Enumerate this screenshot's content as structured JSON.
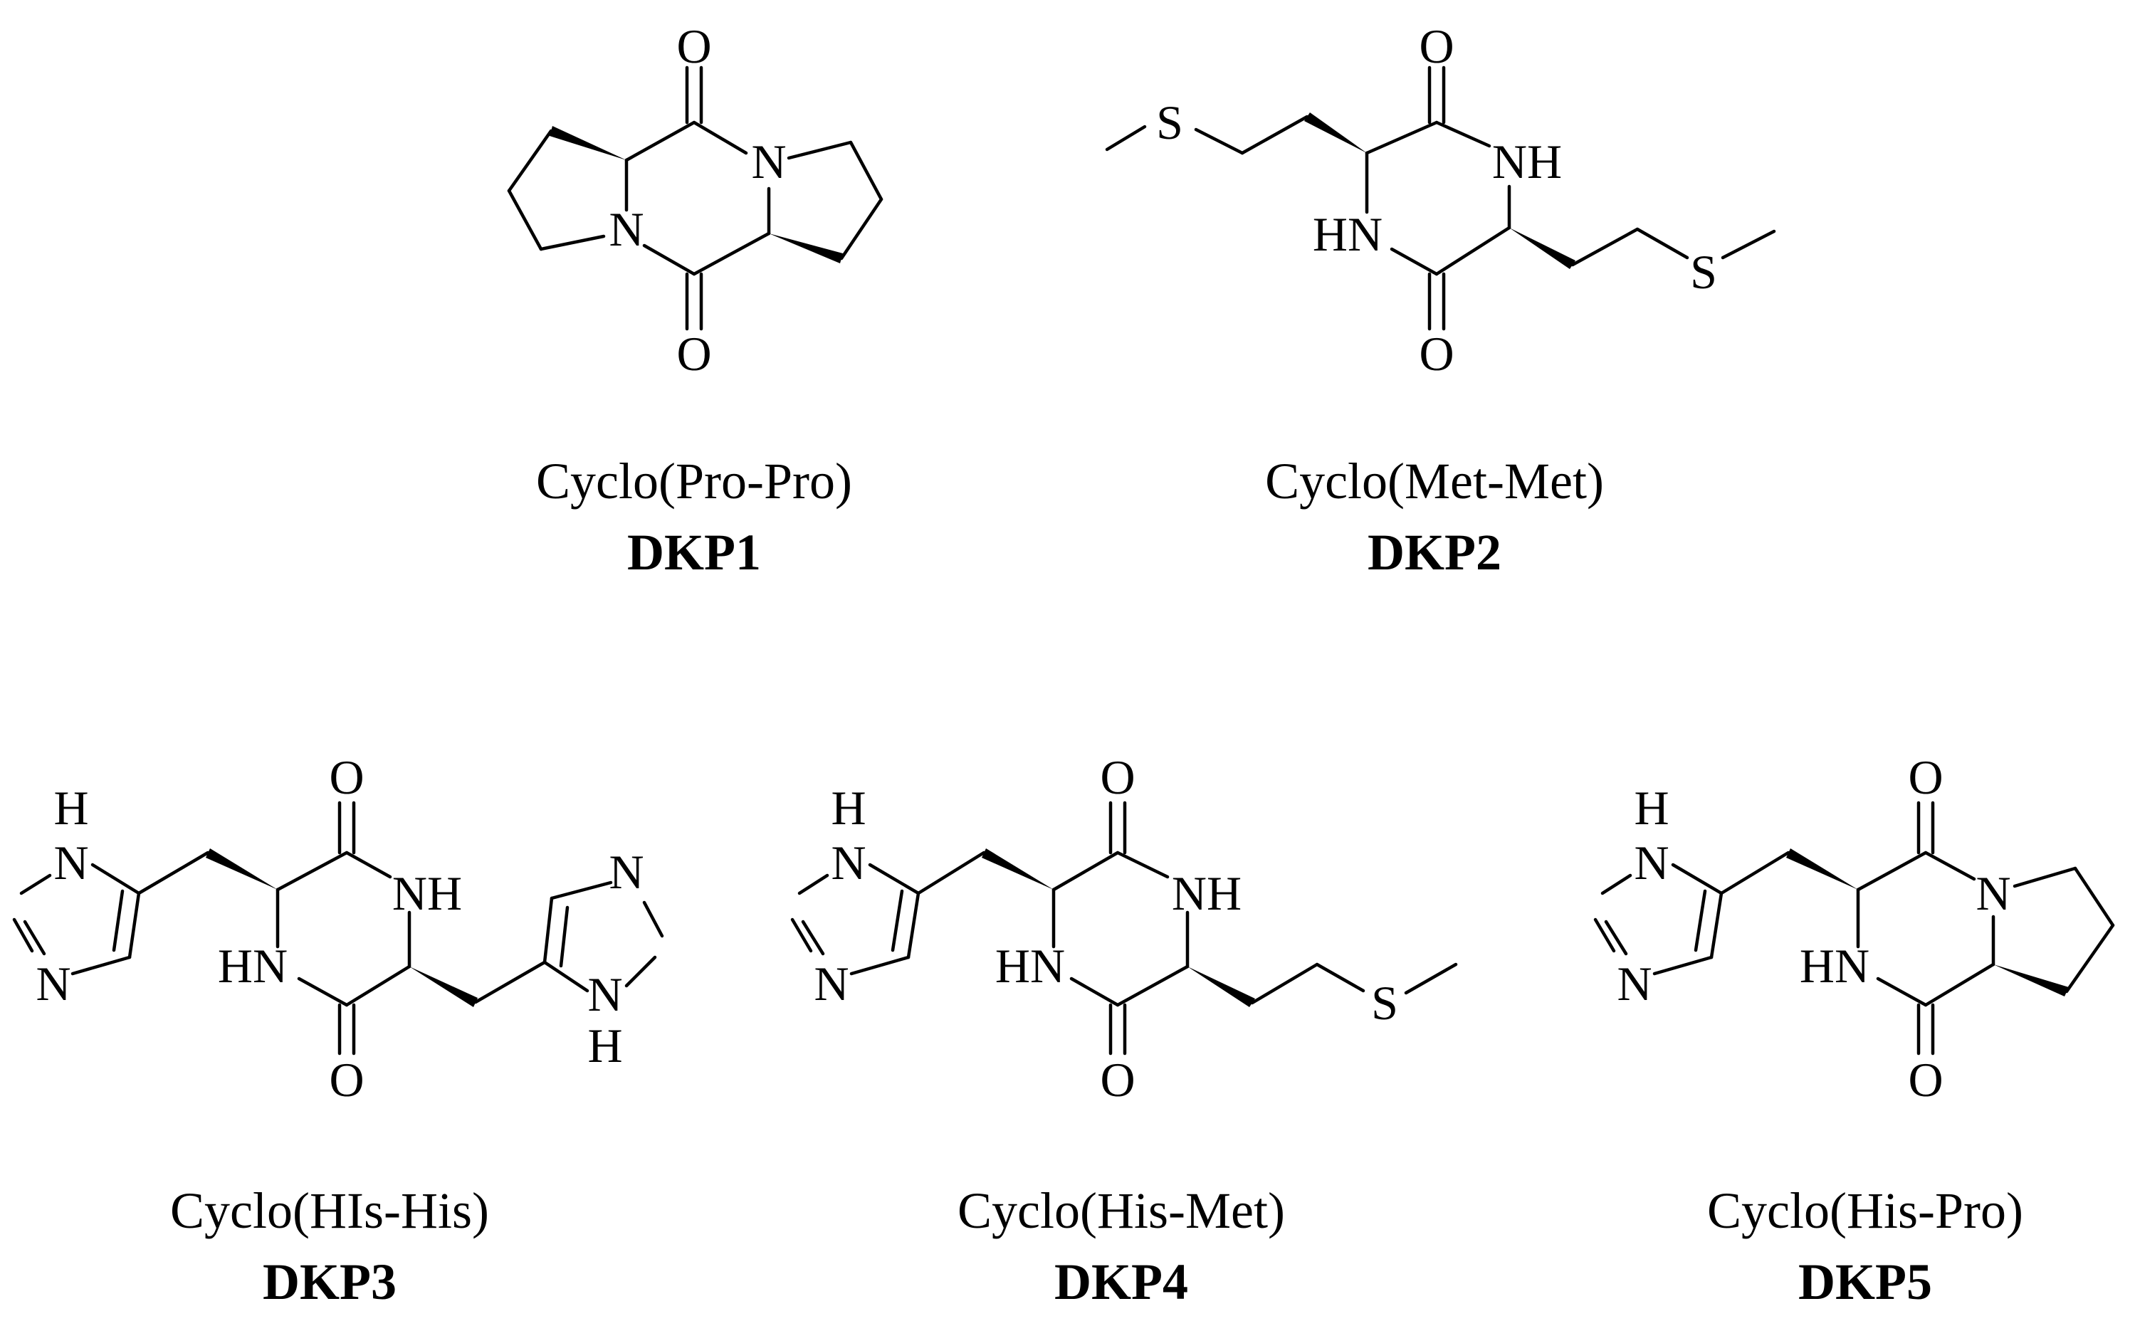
{
  "atoms": {
    "O": "O",
    "N": "N",
    "NH": "NH",
    "HN": "HN",
    "S": "S",
    "H": "H"
  },
  "compounds": [
    {
      "name": "Cyclo(Pro-Pro)",
      "code": "DKP1"
    },
    {
      "name": "Cyclo(Met-Met)",
      "code": "DKP2"
    },
    {
      "name": "Cyclo(HIs-His)",
      "code": "DKP3"
    },
    {
      "name": "Cyclo(His-Met)",
      "code": "DKP4"
    },
    {
      "name": "Cyclo(His-Pro)",
      "code": "DKP5"
    }
  ]
}
